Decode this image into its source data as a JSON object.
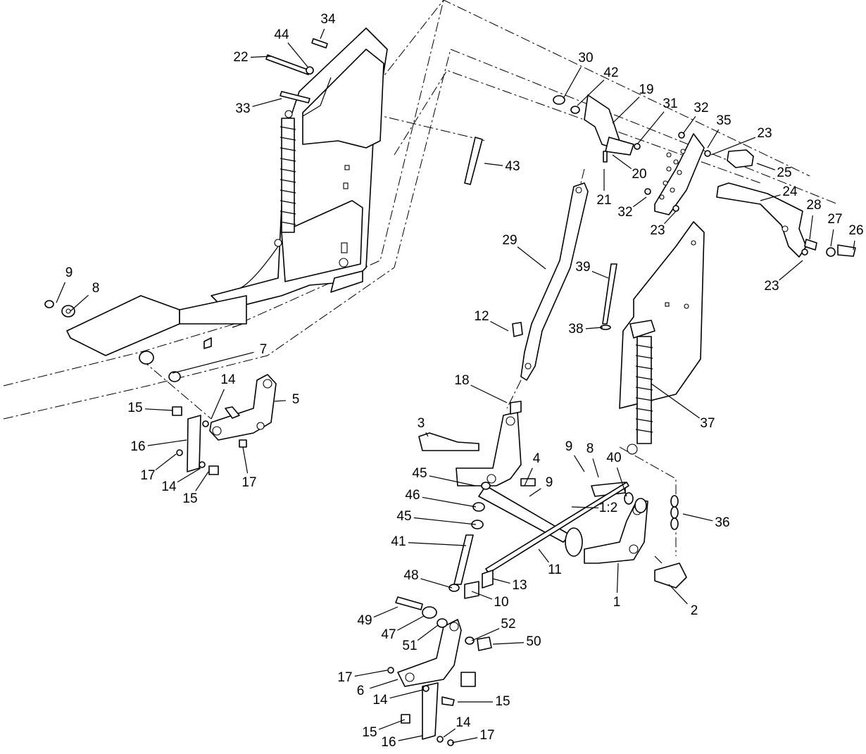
{
  "callouts": [
    {
      "id": "c34",
      "text": "34"
    },
    {
      "id": "c44",
      "text": "44"
    },
    {
      "id": "c22",
      "text": "22"
    },
    {
      "id": "c33",
      "text": "33"
    },
    {
      "id": "c30",
      "text": "30"
    },
    {
      "id": "c42",
      "text": "42"
    },
    {
      "id": "c19",
      "text": "19"
    },
    {
      "id": "c31",
      "text": "31"
    },
    {
      "id": "c32a",
      "text": "32"
    },
    {
      "id": "c35",
      "text": "35"
    },
    {
      "id": "c23a",
      "text": "23"
    },
    {
      "id": "c25",
      "text": "25"
    },
    {
      "id": "c20",
      "text": "20"
    },
    {
      "id": "c43",
      "text": "43"
    },
    {
      "id": "c21",
      "text": "21"
    },
    {
      "id": "c24",
      "text": "24"
    },
    {
      "id": "c32b",
      "text": "32"
    },
    {
      "id": "c28",
      "text": "28"
    },
    {
      "id": "c27",
      "text": "27"
    },
    {
      "id": "c26",
      "text": "26"
    },
    {
      "id": "c23b",
      "text": "23"
    },
    {
      "id": "c29",
      "text": "29"
    },
    {
      "id": "c23c",
      "text": "23"
    },
    {
      "id": "c39",
      "text": "39"
    },
    {
      "id": "c9a",
      "text": "9"
    },
    {
      "id": "c8a",
      "text": "8"
    },
    {
      "id": "c12",
      "text": "12"
    },
    {
      "id": "c38",
      "text": "38"
    },
    {
      "id": "c7",
      "text": "7"
    },
    {
      "id": "c14a",
      "text": "14"
    },
    {
      "id": "c18",
      "text": "18"
    },
    {
      "id": "c5",
      "text": "5"
    },
    {
      "id": "c15a",
      "text": "15"
    },
    {
      "id": "c37",
      "text": "37"
    },
    {
      "id": "c3",
      "text": "3"
    },
    {
      "id": "c16a",
      "text": "16"
    },
    {
      "id": "c9b",
      "text": "9"
    },
    {
      "id": "c8b",
      "text": "8"
    },
    {
      "id": "c40",
      "text": "40"
    },
    {
      "id": "c17a",
      "text": "17"
    },
    {
      "id": "c4",
      "text": "4"
    },
    {
      "id": "c14b",
      "text": "14"
    },
    {
      "id": "c17b",
      "text": "17"
    },
    {
      "id": "c45a",
      "text": "45"
    },
    {
      "id": "c9c",
      "text": "9"
    },
    {
      "id": "c15b",
      "text": "15"
    },
    {
      "id": "c46",
      "text": "46"
    },
    {
      "id": "c45b",
      "text": "45"
    },
    {
      "id": "c12ratio",
      "text": "1:2"
    },
    {
      "id": "c36",
      "text": "36"
    },
    {
      "id": "c41",
      "text": "41"
    },
    {
      "id": "c11",
      "text": "11"
    },
    {
      "id": "c48",
      "text": "48"
    },
    {
      "id": "c13",
      "text": "13"
    },
    {
      "id": "c1",
      "text": "1"
    },
    {
      "id": "c10",
      "text": "10"
    },
    {
      "id": "c49",
      "text": "49"
    },
    {
      "id": "c2",
      "text": "2"
    },
    {
      "id": "c52",
      "text": "52"
    },
    {
      "id": "c47",
      "text": "47"
    },
    {
      "id": "c50",
      "text": "50"
    },
    {
      "id": "c51",
      "text": "51"
    },
    {
      "id": "c17c",
      "text": "17"
    },
    {
      "id": "c6",
      "text": "6"
    },
    {
      "id": "c14c",
      "text": "14"
    },
    {
      "id": "c15c",
      "text": "15"
    },
    {
      "id": "c15d",
      "text": "15"
    },
    {
      "id": "c14d",
      "text": "14"
    },
    {
      "id": "c16b",
      "text": "16"
    },
    {
      "id": "c17d",
      "text": "17"
    }
  ]
}
